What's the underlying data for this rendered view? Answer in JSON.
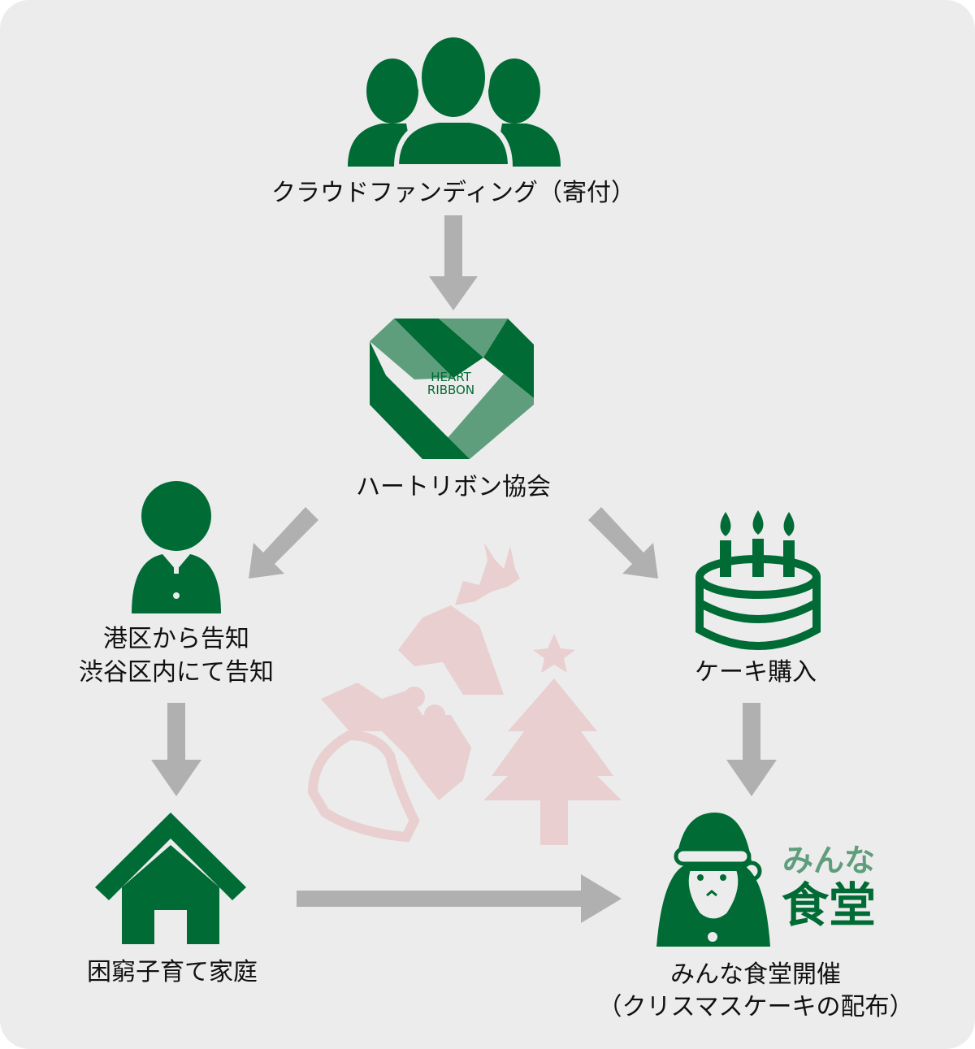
{
  "colors": {
    "green_dark": "#006b35",
    "green_light": "#5e9e7c",
    "arrow_gray": "#b0b0b0",
    "decor_pink": "#e9cfcf",
    "background": "#ececec"
  },
  "nodes": {
    "crowdfunding": {
      "label": "クラウドファンディング（寄付）",
      "icon": "people-group-icon"
    },
    "association": {
      "label": "ハートリボン協会",
      "icon": "heart-ribbon-logo",
      "logo_line1": "HEART",
      "logo_line2": "RIBBON"
    },
    "notice": {
      "line1": "港区から告知",
      "line2": "渋谷区内にて告知",
      "icon": "person-suit-icon"
    },
    "cake": {
      "label": "ケーキ購入",
      "icon": "birthday-cake-icon"
    },
    "family": {
      "label": "困窮子育て家庭",
      "icon": "house-icon"
    },
    "cafeteria": {
      "line1": "みんな食堂開催",
      "line2": "（クリスマスケーキの配布）",
      "icon": "santa-icon",
      "logo_line1": "みんな",
      "logo_line2": "食堂"
    }
  }
}
